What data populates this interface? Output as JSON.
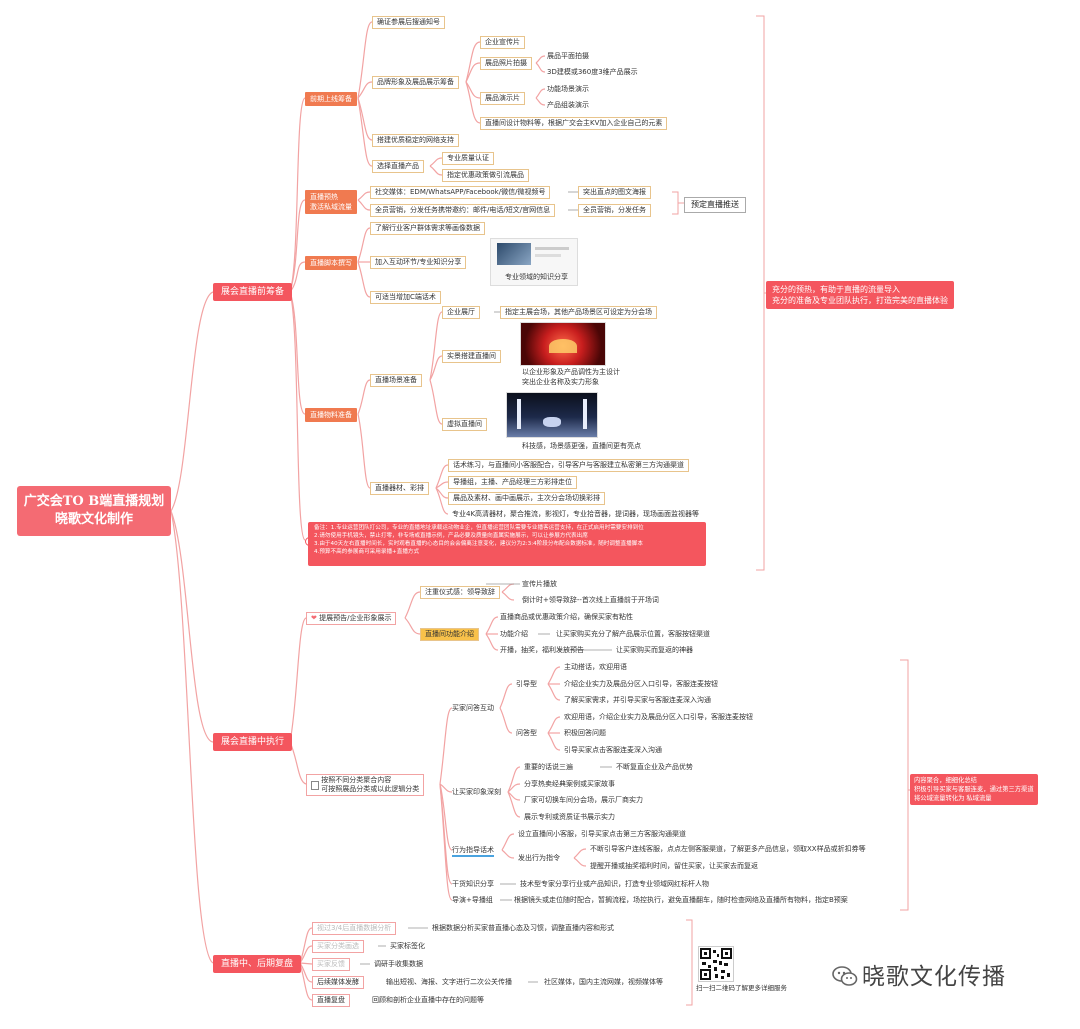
{
  "root": {
    "line1": "广交会TO B端直播规划",
    "line2": "晓歌文化制作"
  },
  "main": {
    "pre": "展会直播前筹备",
    "during": "展会直播中执行",
    "post": "直播中、后期复盘"
  },
  "pre": {
    "s1": "前期上线筹备",
    "s1_items": {
      "a": "确证参展后搜通知号",
      "b": "品牌形象及展品展示筹备",
      "b_children": {
        "c1": "企业宣传片",
        "c2": "展品照片拍摄",
        "c2_children": {
          "d1": "展品平面拍摄",
          "d2": "3D建模或360度3维产品展示"
        },
        "c3": "展品演示片",
        "c3_children": {
          "d1": "功能场景演示",
          "d2": "产品组装演示"
        },
        "c4": "直播间设计物料等，根据广交会主KV加入企业自己的元素"
      },
      "c": "搭建优质稳定的网络支持",
      "d": "选择直播产品",
      "d_children": {
        "e1": "专业质量认证",
        "e2": "指定优惠政策做引流展品"
      }
    },
    "s2_line1": "直播预热",
    "s2_line2": "激活私域流量",
    "s2_items": {
      "a": "社交媒体：EDM/WhatsAPP/Facebook/微信/微视频号",
      "a_child": "突出直点的图文海报",
      "b": "全员营销，分发任务携带邀约：邮件/电话/短文/官网信息",
      "b_child": "全员营销，分发任务",
      "push": "预定直播推送"
    },
    "s3": "直播脚本撰写",
    "s3_items": {
      "a": "了解行业客户群体需求等画像数据",
      "b": "加入互动环节/专业知识分享",
      "b_caption": "专业领域的知识分享",
      "c": "可适当增加C端话术"
    },
    "s4": "直播物料准备",
    "s4_items": {
      "a": "直播场景准备",
      "a1": "企业展厅",
      "a1_child": "指定主展会场，其他产品场景区可设定为分会场",
      "a2": "实景搭建直播间",
      "a2_caption1": "以企业形象及产品调性为主设计",
      "a2_caption2": "突出企业名称及实力形象",
      "a3": "虚拟直播间",
      "a3_caption": "科技感，场景感更强，直播间更有亮点",
      "b": "直播器材、彩排",
      "b1": "话术练习，与直播间小客服配合，引导客户与客服建立私密第三方沟通渠道",
      "b2": "导播组，主播、产品经理三方彩排走位",
      "b3": "展品及素材、画中画展示，主次分会场切换彩排",
      "b4": "专业4K高清器材，聚合推流，影视灯，专业拾音器，提词器，现场画面监视器等"
    },
    "note": [
      "备注：1.专业运营团队打公司，专业的直播地址承载运动物业企，但直播运营团队需要专业播客运营支持，在正式启用时需要安排到位",
      "2.请勿使用手机镜头，禁止打零，非专场或直播示例，产品必要及质量向直属实施展示，可以让参展方代表出席",
      "3.由于40天左右直播时间长，实时观看直播的心态目的会会偏离注意变化，建议分为2:3:4阶段分布配合数据标准，随时调整直播脚本",
      "4.预算不高的参展商可采用录播+直播方式"
    ],
    "summary_line1": "充分的预热，有助于直播的流量导入",
    "summary_line2": "充分的准备及专业团队执行，打造完美的直播体验"
  },
  "during": {
    "s1": "提展预告/企业形象展示",
    "s1_items": {
      "a": "注重仪式感：领导致辞",
      "a1": "宣传片播放",
      "a2": "倒计时+领导致辞--首次线上直播前于开场词",
      "b": "直播间功能介绍",
      "b1": "直播商品或优惠政策介绍，确保买家有粘性",
      "b2": "功能介绍",
      "b2_child": "让买家购买充分了解产品展示位置，客服按钮渠道",
      "b3": "开播，抽奖，福利发放预告",
      "b3_child": "让买家购买而复返的神器"
    },
    "s2_line1": "按照不同分类聚合内容",
    "s2_line2": "可按照展品分类或以此逻辑分类",
    "s2_items": {
      "a": "买家问答互动",
      "a1": "引导型",
      "a1_c1": "主动搭话，欢迎用语",
      "a1_c2": "介绍企业实力及展品分区入口引导，客服连麦按钮",
      "a1_c3": "了解买家需求，并引导买家与客服连麦深入沟通",
      "a2": "问答型",
      "a2_c1": "欢迎用语，介绍企业实力及展品分区入口引导，客服连麦按钮",
      "a2_c2": "积极回答问题",
      "a2_c3": "引导买家点击客服连麦深入沟通",
      "b": "让买家印象深刻",
      "b1": "重要的话说三遍",
      "b1_child": "不断复直企业及产品优势",
      "b2": "分享热卖经典案例或买家故事",
      "b3": "厂家可切换车间分会场，展示厂商实力",
      "b4": "展示专利或资质证书展示实力",
      "c": "行为指导话术",
      "c1": "设立直播间小客服，引导买家点击第三方客服沟通渠道",
      "c2": "发出行为指令",
      "c2_c1": "不断引导客户连线客服，点点左侧客服渠道，了解更多产品信息，领取XX样品或折扣券等",
      "c2_c2": "提醒开播或抽奖福利时间，留住买家，让买家去而复返",
      "d": "干货知识分享",
      "d_child": "技术型专家分享行业或产品知识，打造专业领域网红标杆人物",
      "e": "导演+导播组",
      "e_child": "根据镜头或走位随时配合，暂搁流程，场控执行，避免直播翻车，随时检查网络及直播所有物料，指定B预案"
    },
    "summary_line1": "内容聚合，细细化总结",
    "summary_line2": "积极引导买家与客服连麦，通过第三方渠道",
    "summary_line3": "将公域流量转化为 私域流量"
  },
  "post": {
    "i1": "视过3/4后直播数据分析",
    "i1_child": "根据数据分析买家普直播心态及习惯，调整直播内容和形式",
    "i2": "买家分类画选",
    "i2_child": "买家标签化",
    "i3": "买家反馈",
    "i3_child": "调研手收集数据",
    "i4": "后续媒体发酵",
    "i4_child": "输出短视、海报、文字进行二次公关传播",
    "i4_child2": "社区媒体，国内主流网媒，视频媒体等",
    "i5": "直播复盘",
    "i5_child": "回顾和剖析企业直播中存在的问题等",
    "qr_caption": "扫一扫二维码了解更多详细服务"
  },
  "watermark": "晓歌文化传播",
  "colors": {
    "main": "#f4565e",
    "secondary": "#f07a50",
    "root": "#f46b73",
    "line": "#f2a3a3",
    "box_border": "#e8c48c"
  }
}
